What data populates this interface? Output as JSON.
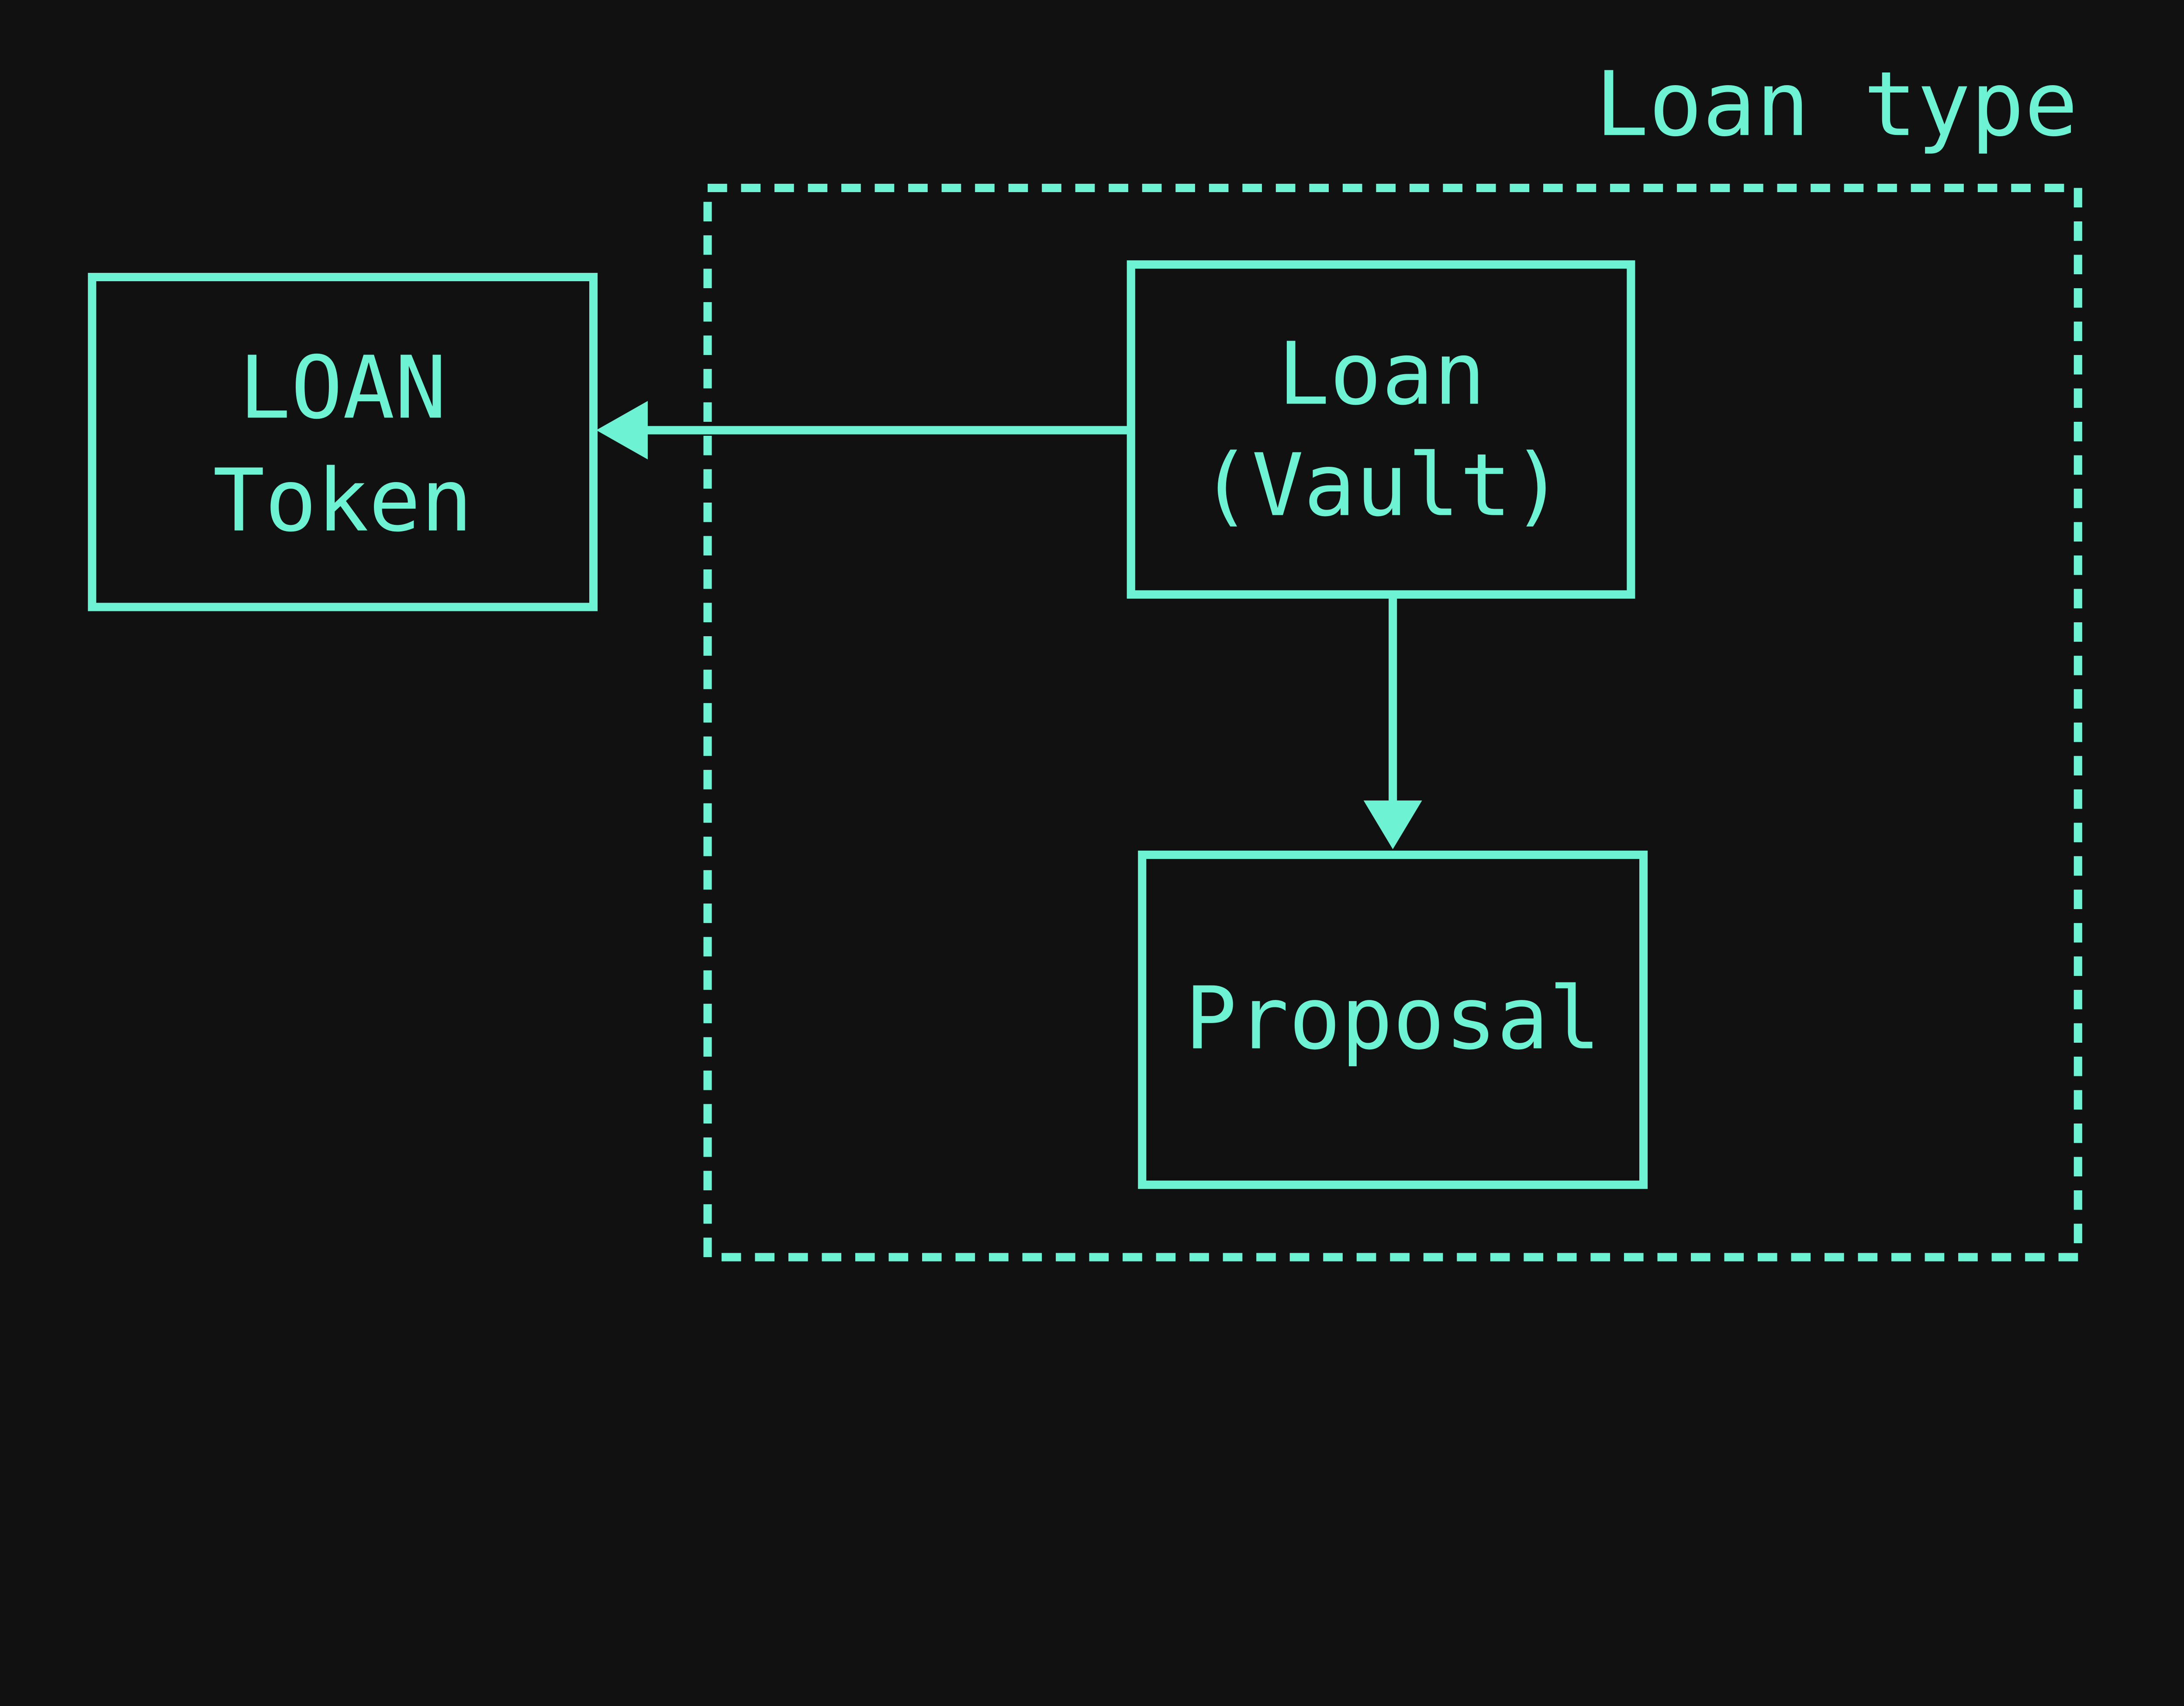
{
  "colors": {
    "background": "#111111",
    "accent": "#6ef2d4"
  },
  "group": {
    "label": "Loan type"
  },
  "nodes": {
    "loan_token": {
      "lines": [
        "LOAN",
        "Token"
      ]
    },
    "loan_vault": {
      "lines": [
        "Loan",
        "(Vault)"
      ]
    },
    "proposal": {
      "lines": [
        "Proposal"
      ]
    }
  },
  "edges": [
    {
      "from": "Loan (Vault)",
      "to": "LOAN Token"
    },
    {
      "from": "Loan (Vault)",
      "to": "Proposal"
    }
  ]
}
